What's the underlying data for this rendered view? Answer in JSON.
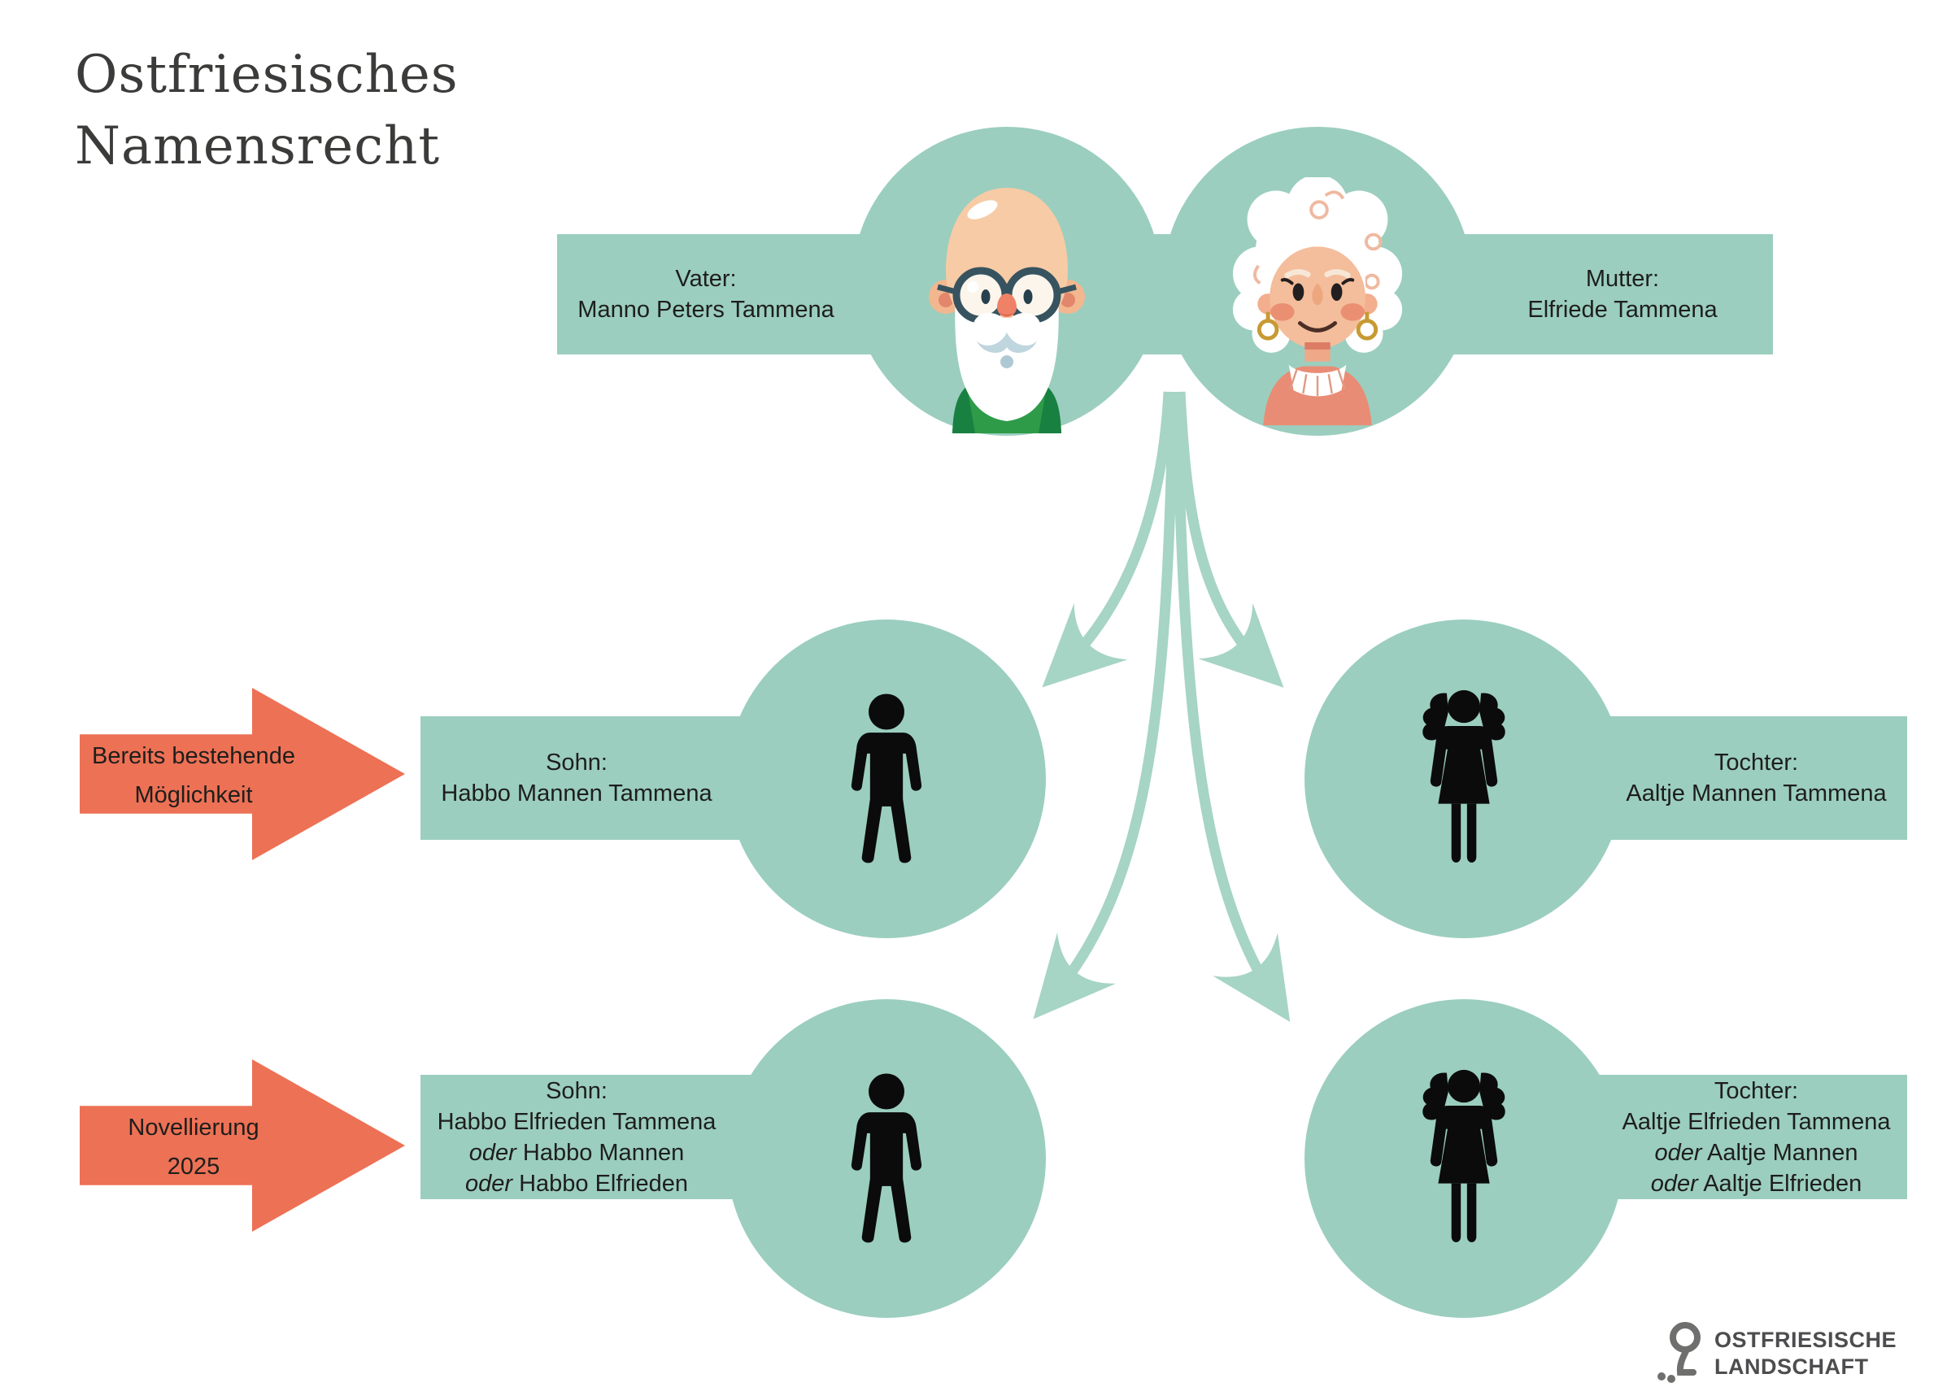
{
  "title": {
    "line1": "Ostfriesisches",
    "line2": "Namensrecht"
  },
  "colors": {
    "green": "#9BCEBF",
    "arrow_green": "#A6D4C5",
    "orange": "#ED7155",
    "title_text": "#3B3B3A",
    "body_text": "#1E1E1C",
    "logo_gray": "#6F6F6E"
  },
  "icons": {
    "father": "elderly-man-avatar",
    "mother": "elderly-woman-avatar",
    "son": "boy-pictogram",
    "daughter": "girl-pictogram",
    "logo": "ostfriesische-landschaft-mark",
    "flow": "branching-down-arrows"
  },
  "parents": {
    "father": {
      "label": "Vater:",
      "name": "Manno Peters Tammena"
    },
    "mother": {
      "label": "Mutter:",
      "name": "Elfriede Tammena"
    }
  },
  "rows": [
    {
      "arrow": {
        "line1": "Bereits bestehende",
        "line2": "Möglichkeit"
      },
      "son": {
        "label": "Sohn:",
        "name": "Habbo Mannen Tammena"
      },
      "daughter": {
        "label": "Tochter:",
        "name": "Aaltje Mannen Tammena"
      }
    },
    {
      "arrow": {
        "line1": "Novellierung",
        "line2": "2025"
      },
      "son": {
        "label": "Sohn:",
        "name": "Habbo Elfrieden Tammena",
        "alt1_prefix": "oder",
        "alt1": "Habbo Mannen",
        "alt2_prefix": "oder",
        "alt2": "Habbo Elfrieden"
      },
      "daughter": {
        "label": "Tochter:",
        "name": "Aaltje Elfrieden Tammena",
        "alt1_prefix": "oder",
        "alt1": "Aaltje Mannen",
        "alt2_prefix": "oder",
        "alt2": "Aaltje Elfrieden"
      }
    }
  ],
  "logo": {
    "line1": "OSTFRIESISCHE",
    "line2": "LANDSCHAFT"
  }
}
